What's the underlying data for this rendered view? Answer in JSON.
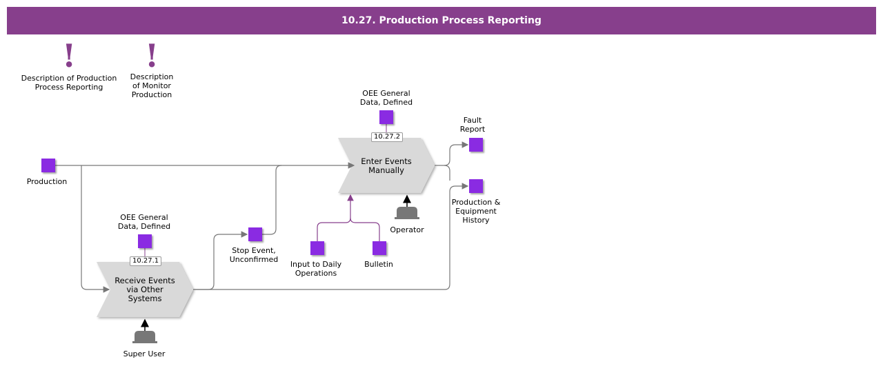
{
  "title": "10.27. Production Process Reporting",
  "colors": {
    "header_bg": "#873f8c",
    "artifact": "#8a2be2",
    "process_fill": "#d9d9d9",
    "connector": "#777777",
    "purple_connector": "#873f8c"
  },
  "descriptions": [
    {
      "label": "Description of Production\nProcess Reporting",
      "icon": "exclamation-icon"
    },
    {
      "label": "Description\nof Monitor\nProduction",
      "icon": "exclamation-icon"
    }
  ],
  "artifacts": {
    "production": "Production",
    "oee_top": "OEE General\nData, Defined",
    "oee_bottom": "OEE General\nData, Defined",
    "fault_report": "Fault\nReport",
    "prod_equip_history": "Production &\nEquipment\nHistory",
    "stop_event": "Stop Event,\nUnconfirmed",
    "input_daily": "Input to Daily\nOperations",
    "bulletin": "Bulletin"
  },
  "processes": {
    "enter_events": {
      "label": "Enter Events\nManually",
      "badge": "10.27.2"
    },
    "receive_events": {
      "label": "Receive Events\nvia Other\nSystems",
      "badge": "10.27.1"
    }
  },
  "actors": {
    "operator": "Operator",
    "super_user": "Super User"
  }
}
